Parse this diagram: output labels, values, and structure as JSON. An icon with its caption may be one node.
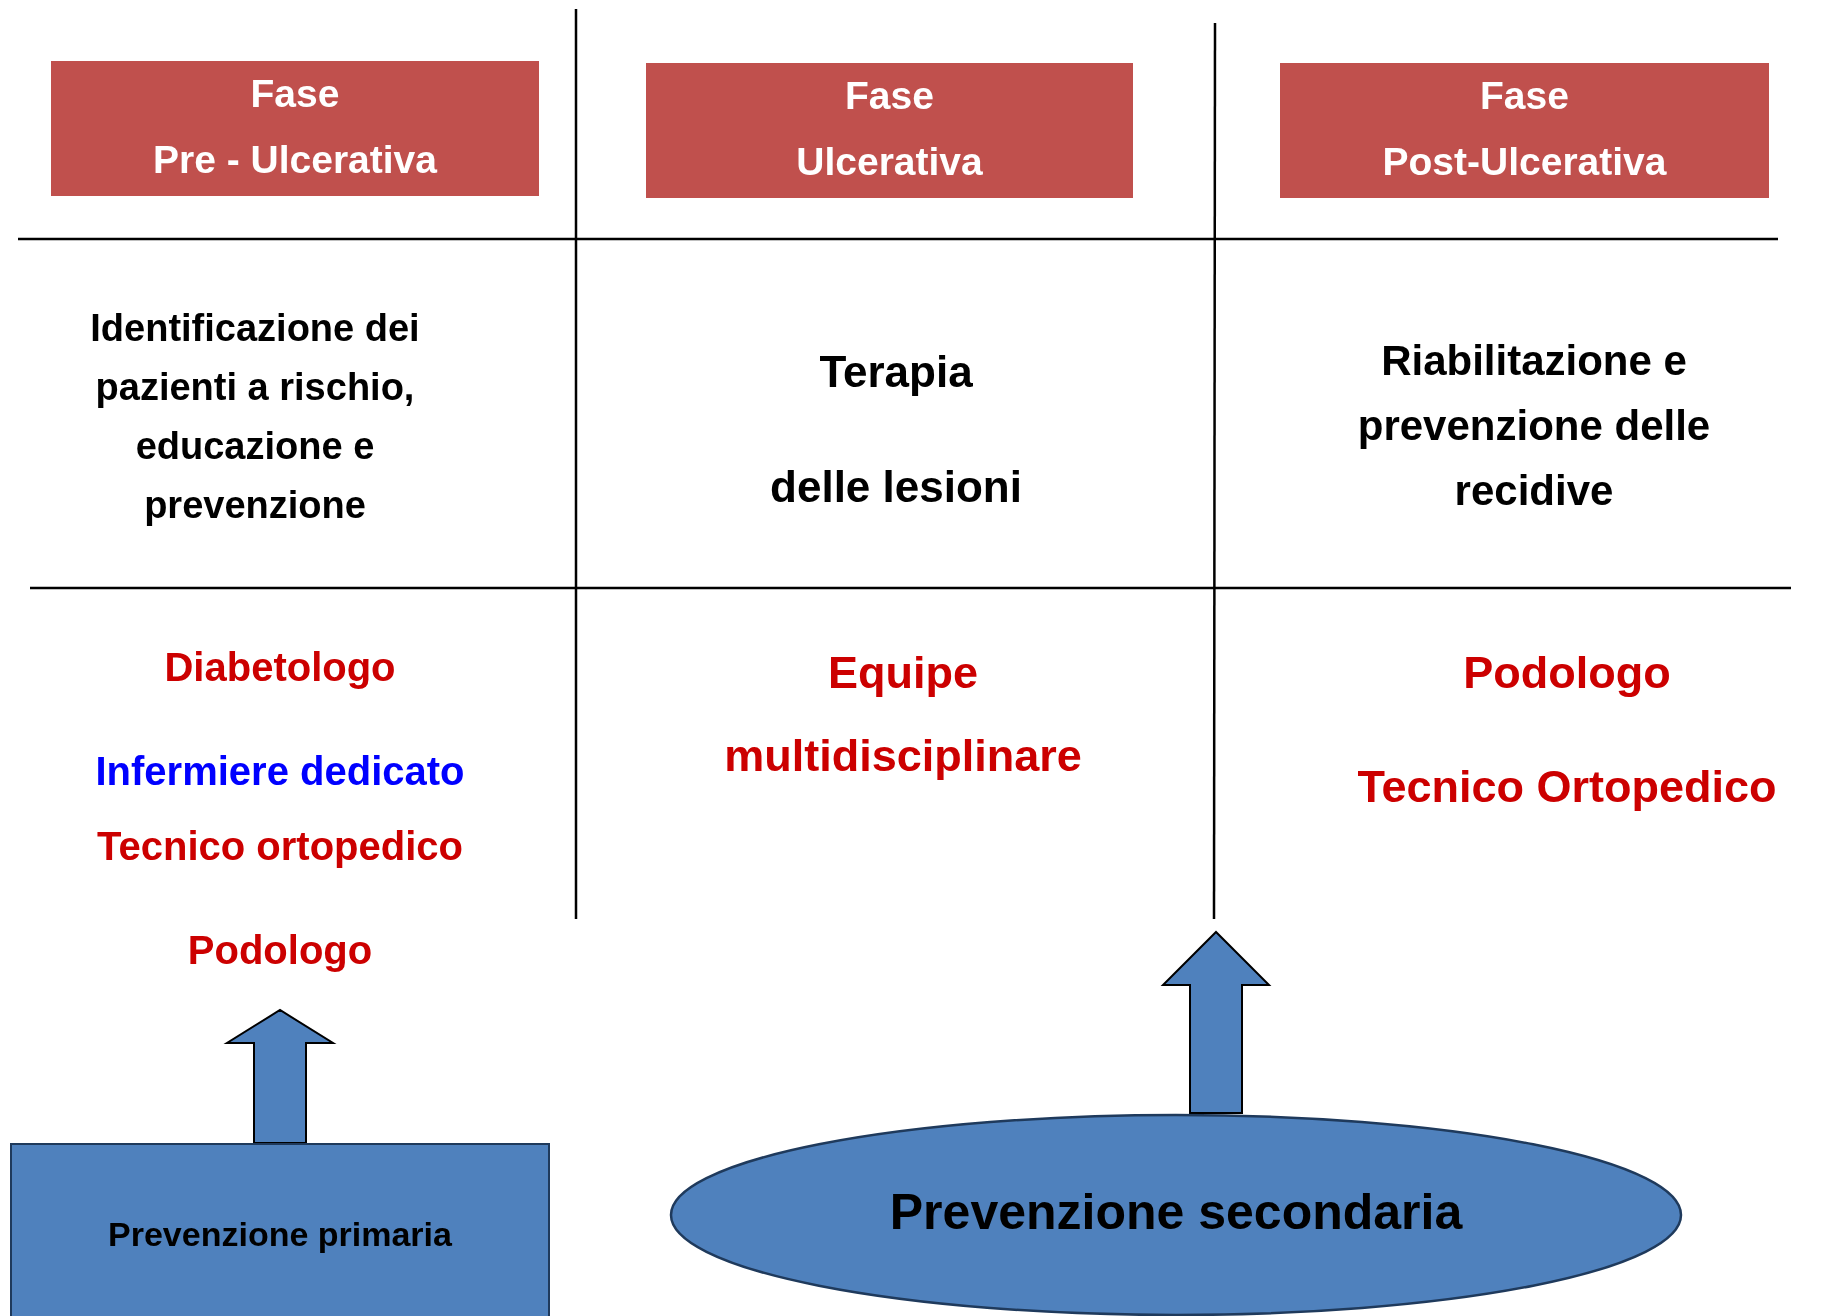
{
  "diagram": {
    "nodes": [
      {
        "text": [
          "Fase",
          "Pre - Ulcerativa"
        ]
      },
      {
        "text": [
          "Fase",
          "Ulcerativa"
        ]
      },
      {
        "text": [
          "Fase",
          "Post-Ulcerativa"
        ]
      },
      {
        "text": [
          "Prevenzione primaria"
        ]
      },
      {
        "text": [
          "Prevenzione secondaria"
        ]
      }
    ],
    "edges": [
      {
        "from": 3,
        "to": null,
        "arrow": "to",
        "style": "thick"
      },
      {
        "from": 4,
        "to": null,
        "arrow": "to",
        "style": "thick"
      }
    ],
    "labels": [
      "Identificazione dei pazienti a rischio, educazione e prevenzione",
      "Terapia",
      "delle lesioni",
      "Riabilitazione e prevenzione delle recidive",
      "Diabetologo",
      "Infermiere dedicato",
      "Tecnico ortopedico",
      "Podologo",
      "Equipe multidisciplinare",
      "Podologo",
      "Tecnico Ortopedico"
    ]
  }
}
